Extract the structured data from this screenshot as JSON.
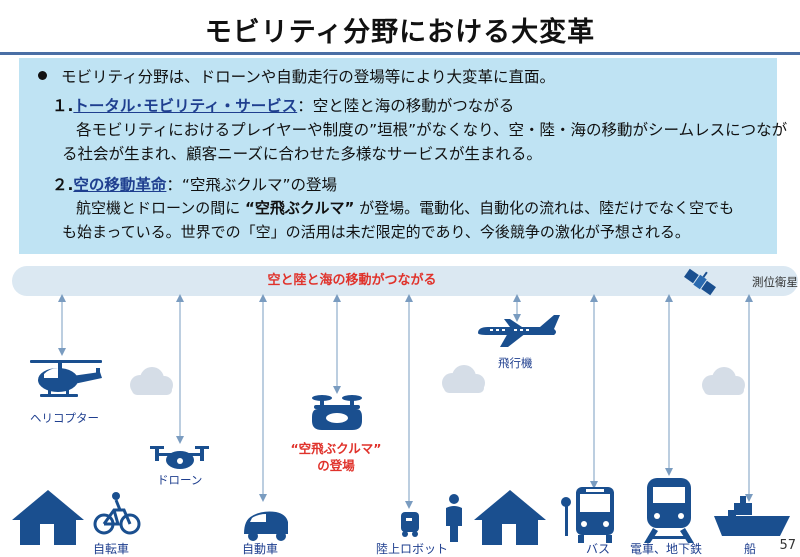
{
  "title": "モビリティ分野における大変革",
  "intro": "モビリティ分野は、ドローンや自動走行の登場等により大変革に直面。",
  "section1": {
    "number": "１.",
    "heading": "トータル･モビリティ・サービス",
    "subtitle": "：空と陸と海の移動がつながる",
    "body_line1": "各モビリティにおけるプレイヤーや制度の”垣根”がなくなり、空・陸・海の移動がシームレスにつなが",
    "body_line2": "る社会が生まれ、顧客ニーズに合わせた多様なサービスが生まれる。"
  },
  "section2": {
    "number": "２.",
    "heading": "空の移動革命",
    "subtitle": "：“空飛ぶクルマ”の登場",
    "body_pre": "航空機とドローンの間に",
    "body_bold": "“空飛ぶクルマ”",
    "body_post": "が登場。電動化、自動化の流れは、陸だけでなく空でも",
    "body_line2": "も始まっている。世界での「空」の活用は未だ限定的であり、今後競争の激化が予想される。"
  },
  "banner": "空と陸と海の移動がつながる",
  "labels": {
    "satellite": "測位衛星",
    "helicopter": "ヘリコプター",
    "drone": "ドローン",
    "flying_car_line1": "“空飛ぶクルマ”",
    "flying_car_line2": "の登場",
    "airplane": "飛行機",
    "bicycle": "自転車",
    "car": "自動車",
    "robot": "陸上ロボット",
    "bus": "バス",
    "train": "電車、地下鉄",
    "ship": "船"
  },
  "page_number": "57",
  "colors": {
    "accent_blue": "#1f3f8f",
    "icon_blue": "#1a4f8f",
    "highlight_red": "#e0322b",
    "box_bg": "#bfe3f3"
  }
}
